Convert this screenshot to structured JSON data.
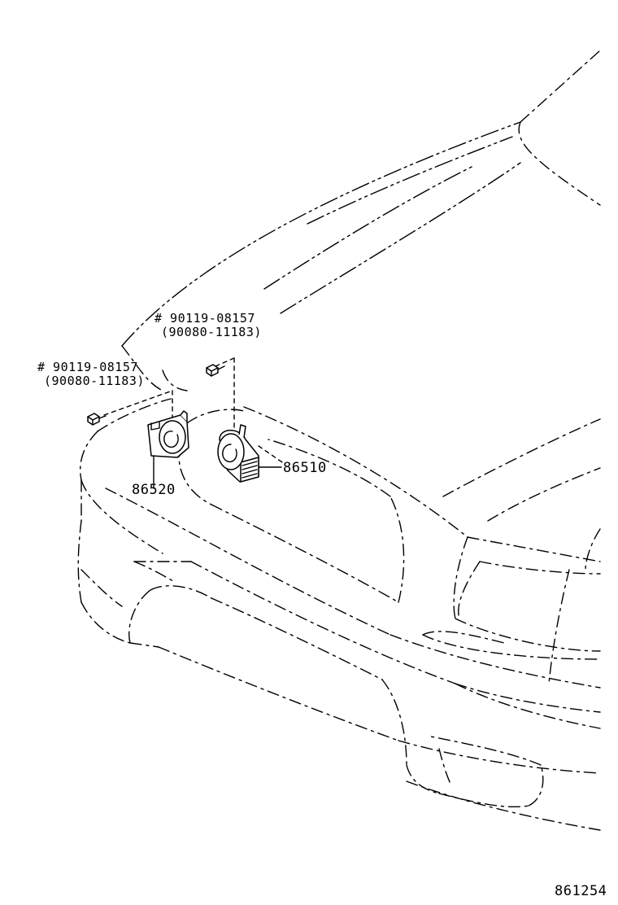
{
  "diagram": {
    "bolt_left": {
      "part_number": "# 90119-08157",
      "alt_number": "(90080-11183)"
    },
    "bolt_right": {
      "part_number": "# 90119-08157",
      "alt_number": "(90080-11183)"
    },
    "horn_low": {
      "part_number": "86520"
    },
    "horn_high": {
      "part_number": "86510"
    },
    "diagram_id": "861254"
  }
}
